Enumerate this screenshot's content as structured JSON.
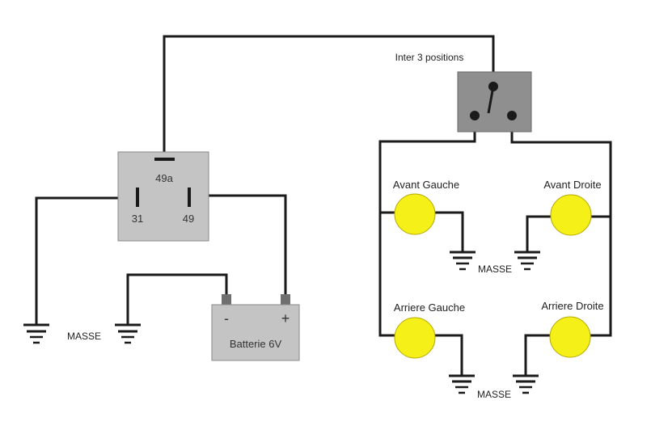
{
  "colors": {
    "wire": "#1a1a1a",
    "component_fill": "#c4c4c4",
    "component_border": "#8a8a8a",
    "switch_fill": "#8f8f8f",
    "lamp_fill": "#f5f018",
    "lamp_border": "#b7a800",
    "background": "#ffffff"
  },
  "relay": {
    "pin_49a": "49a",
    "pin_31": "31",
    "pin_49": "49"
  },
  "battery": {
    "label": "Batterie 6V",
    "neg": "-",
    "pos": "+"
  },
  "switch": {
    "label": "Inter 3 positions"
  },
  "lamps": {
    "front_left": "Avant Gauche",
    "front_right": "Avant Droite",
    "rear_left": "Arriere Gauche",
    "rear_right": "Arriere Droite"
  },
  "grounds": {
    "left": "MASSE",
    "middle": "MASSE",
    "bottom": "MASSE"
  }
}
